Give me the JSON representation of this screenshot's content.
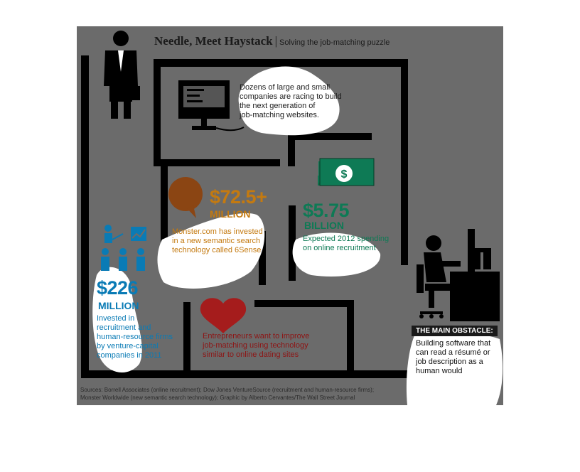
{
  "title": "Needle, Meet Haystack",
  "subtitle": "Solving the job-matching puzzle",
  "companies_text": [
    "Dozens of large and small",
    "companies are racing to build",
    "the next generation of",
    "job-matching websites."
  ],
  "monster": {
    "amount": "$72.5+",
    "unit": "MILLION",
    "lines": [
      "Monster.com has invested",
      "in a new semantic search",
      "technology called 6Sense"
    ]
  },
  "recruit": {
    "amount": "$5.75",
    "unit": "BILLION",
    "lines": [
      "Expected 2012 spending",
      "on online recruitment"
    ]
  },
  "vc": {
    "amount": "$226",
    "unit": "MILLION",
    "lines": [
      "Invested in",
      "recruitment and",
      "human-resource firms",
      "by venture-capital",
      "companies in 2011"
    ]
  },
  "entrepreneurs_lines": [
    "Entrepreneurs want to improve",
    "job-matching using technology",
    "similar to online dating sites"
  ],
  "obstacle": {
    "label": "THE MAIN OBSTACLE:",
    "lines": [
      "Building software that",
      "can read a résumé or",
      "job description as a",
      "human would"
    ]
  },
  "sources": [
    "Sources: Borrell Associates (online recruitment); Dow Jones VentureSource (recruitment and human-resource firms);",
    "Monster Worldwide (new semantic search technology); Graphic by Alberto Cervantes/The Wall Street Journal"
  ],
  "colors": {
    "panel": "#6b6b6b",
    "wall": "#000000",
    "monster": "#c47a10",
    "recruit": "#0e7a55",
    "vc": "#0a7bb5",
    "heart": "#a51c1c",
    "entrepreneurs": "#8e1414"
  },
  "icons": [
    "businessman-icon",
    "computer-monitor-icon",
    "speech-bubble-icon",
    "money-stack-icon",
    "people-chart-icon",
    "heart-icon",
    "desk-worker-icon"
  ]
}
